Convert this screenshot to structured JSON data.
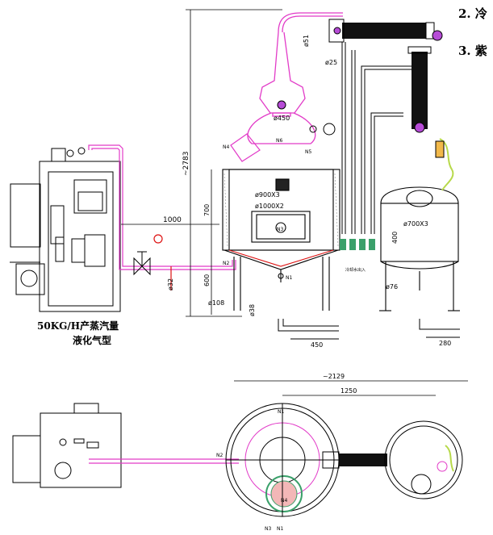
{
  "notes": [
    "2. 冷",
    "3. 紫"
  ],
  "boiler_label": [
    "50KG/H产蒸汽量",
    "液化气型"
  ],
  "dimensions": {
    "total_height": "~2783",
    "pipe_51": "ø51",
    "pipe_25": "ø25",
    "helmet_dia": "ø450",
    "tank_inner": "ø900X3",
    "tank_outer": "ø1000X2",
    "receiver": "ø700X3",
    "h_700": "700",
    "h_600": "600",
    "h_400": "400",
    "w_1000": "1000",
    "leg_108": "ø108",
    "leg_38": "ø38",
    "pipe_32": "ø32",
    "pipe_76": "ø76",
    "w_450": "450",
    "w_280": "280",
    "plan_total": "~2129",
    "plan_1250": "1250"
  },
  "nozzles": {
    "n1": "N1",
    "n2": "N2",
    "n3": "N3",
    "n4": "N4",
    "n5": "N5",
    "n6": "N6"
  },
  "small_label": "冷却水出入"
}
